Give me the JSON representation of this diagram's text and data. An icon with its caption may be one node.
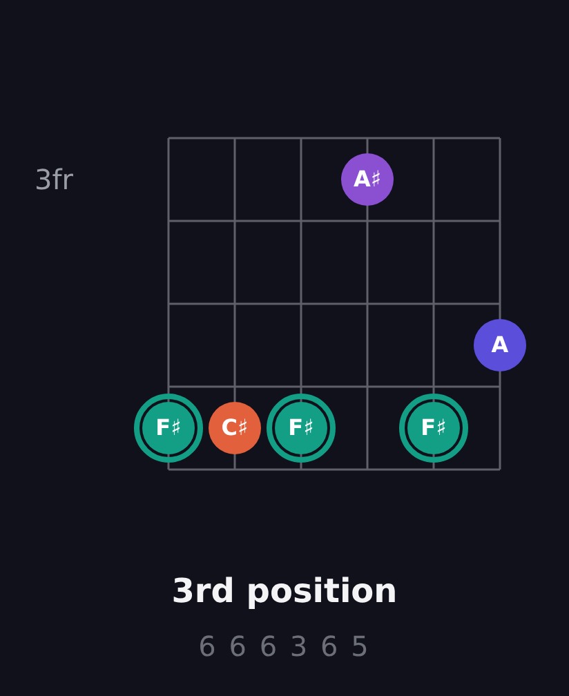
{
  "diagram": {
    "title": "3rd position",
    "nodes": [
      {
        "text": [
          "A♯"
        ]
      },
      {
        "text": [
          "A"
        ]
      },
      {
        "text": [
          "F♯"
        ]
      },
      {
        "text": [
          "C♯"
        ]
      },
      {
        "text": [
          "F♯"
        ]
      },
      {
        "text": [
          "F♯"
        ]
      }
    ],
    "labels": [
      "3fr",
      "6 6 6 3 6 5"
    ]
  }
}
